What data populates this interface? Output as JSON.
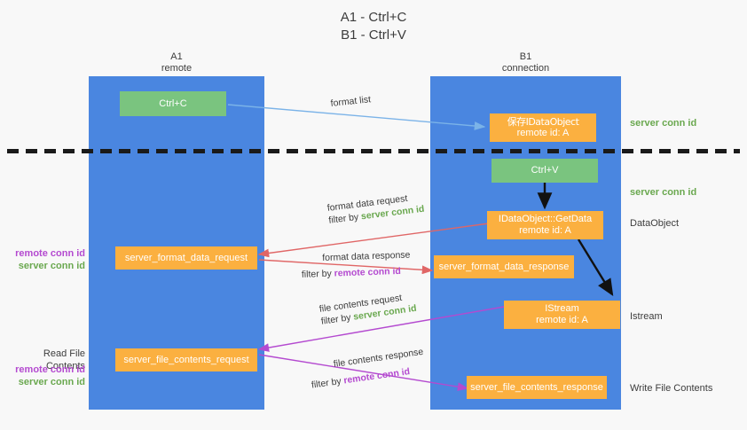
{
  "title": {
    "line1": "A1 - Ctrl+C",
    "line2": "B1 - Ctrl+V"
  },
  "columns": [
    {
      "name": "A1",
      "sub": "remote"
    },
    {
      "name": "B1",
      "sub": "connection"
    }
  ],
  "boxes": {
    "ctrl_c": {
      "label": "Ctrl+C"
    },
    "idataobject_top": {
      "line1": "保存IDataObject",
      "line2": "remote id: A"
    },
    "ctrl_v": {
      "label": "Ctrl+V"
    },
    "getdata": {
      "line1": "IDataObject::GetData",
      "line2": "remote id: A"
    },
    "server_format_data_request": {
      "label": "server_format_data_request"
    },
    "server_format_data_response": {
      "label": "server_format_data_response"
    },
    "istream": {
      "line1": "IStream",
      "line2": "remote id: A"
    },
    "server_file_contents_request": {
      "label": "server_file_contents_request"
    },
    "server_file_contents_response": {
      "label": "server_file_contents_response"
    }
  },
  "annotations": {
    "format_list": "format list",
    "format_data_request": "format data request",
    "format_data_request_filter_prefix": "filter by ",
    "format_data_request_filter_key": "server conn id",
    "format_data_response": "format data response",
    "format_data_response_filter_prefix": "filter by ",
    "format_data_response_filter_key": "remote conn id",
    "file_contents_request": "file contents request",
    "file_contents_request_filter_prefix": "filter by ",
    "file_contents_request_filter_key": "server conn id",
    "file_contents_response": "file contents response",
    "file_contents_response_filter_prefix": "filter by ",
    "file_contents_response_filter_key": "remote conn id"
  },
  "side_labels": {
    "right_server_conn_id_top": "server conn id",
    "right_server_conn_id_mid": "server conn id",
    "right_dataobject": "DataObject",
    "right_istream": "Istream",
    "right_write_file_contents": "Write File Contents",
    "left_remote_conn_id_1": "remote conn id",
    "left_server_conn_id_1": "server conn id",
    "left_read_file_contents": "Read File Contents",
    "left_remote_conn_id_2": "remote conn id",
    "left_server_conn_id_2": "server conn id"
  },
  "colors": {
    "lane_blue": "#4a86e0",
    "box_green": "#7ac47f",
    "box_orange": "#fbb040",
    "key_green": "#6aa84f",
    "key_purple": "#b44ad0",
    "arrow_lightblue": "#7bb3e8",
    "arrow_red": "#e06666",
    "arrow_magenta": "#b44ad0",
    "arrow_black": "#111111",
    "background": "#f8f8f8"
  }
}
